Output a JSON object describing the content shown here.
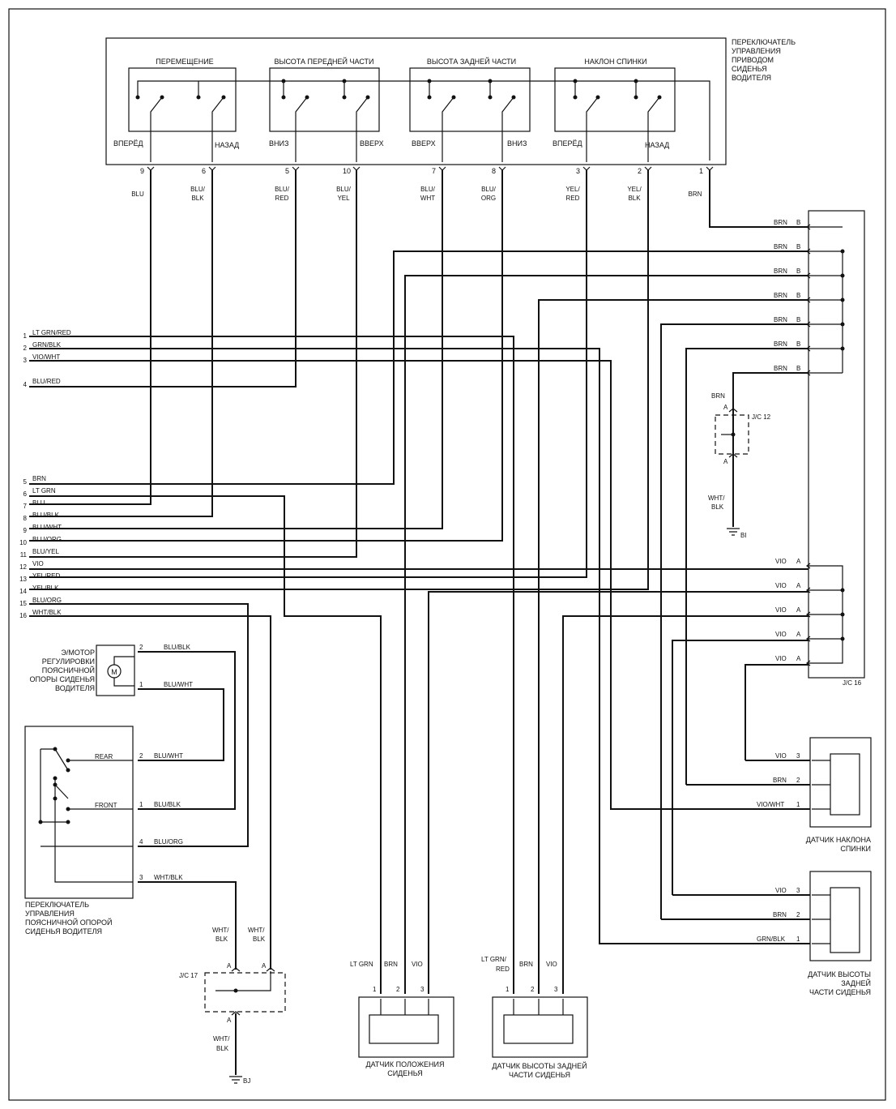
{
  "main_switch": {
    "title": [
      "ПЕРЕКЛЮЧАТЕЛЬ",
      "УПРАВЛЕНИЯ",
      "ПРИВОДОМ",
      "СИДЕНЬЯ",
      "ВОДИТЕЛЯ"
    ],
    "groups": [
      {
        "label": "ПЕРЕМЕЩЕНИЕ",
        "left": "ВПЕРЁД",
        "right": "НАЗАД"
      },
      {
        "label": "ВЫСОТА ПЕРЕДНЕЙ ЧАСТИ",
        "left": "ВНИЗ",
        "right": "ВВЕРХ"
      },
      {
        "label": "ВЫСОТА ЗАДНЕЙ ЧАСТИ",
        "left": "ВВЕРХ",
        "right": "ВНИЗ"
      },
      {
        "label": "НАКЛОН СПИНКИ",
        "left": "ВПЕРЁД",
        "right": "НАЗАД"
      }
    ],
    "pins": [
      {
        "num": "9",
        "wire": [
          "BLU"
        ]
      },
      {
        "num": "6",
        "wire": [
          "BLU/",
          "BLK"
        ]
      },
      {
        "num": "5",
        "wire": [
          "BLU/",
          "RED"
        ]
      },
      {
        "num": "10",
        "wire": [
          "BLU/",
          "YEL"
        ]
      },
      {
        "num": "7",
        "wire": [
          "BLU/",
          "WHT"
        ]
      },
      {
        "num": "8",
        "wire": [
          "BLU/",
          "ORG"
        ]
      },
      {
        "num": "3",
        "wire": [
          "YEL/",
          "RED"
        ]
      },
      {
        "num": "2",
        "wire": [
          "YEL/",
          "BLK"
        ]
      },
      {
        "num": "1",
        "wire": [
          "BRN"
        ]
      }
    ]
  },
  "ecu_pins": [
    {
      "num": "1",
      "wire": "LT GRN/RED"
    },
    {
      "num": "2",
      "wire": "GRN/BLK"
    },
    {
      "num": "3",
      "wire": "VIO/WHT"
    },
    {
      "num": "4",
      "wire": "BLU/RED"
    },
    {
      "num": "5",
      "wire": "BRN"
    },
    {
      "num": "6",
      "wire": "LT GRN"
    },
    {
      "num": "7",
      "wire": "BLU"
    },
    {
      "num": "8",
      "wire": "BLU/BLK"
    },
    {
      "num": "9",
      "wire": "BLU/WHT"
    },
    {
      "num": "10",
      "wire": "BLU/ORG"
    },
    {
      "num": "11",
      "wire": "BLU/YEL"
    },
    {
      "num": "12",
      "wire": "VIO"
    },
    {
      "num": "13",
      "wire": "YEL/RED"
    },
    {
      "num": "14",
      "wire": "YEL/BLK"
    },
    {
      "num": "15",
      "wire": "BLU/ORG"
    },
    {
      "num": "16",
      "wire": "WHT/BLK"
    }
  ],
  "jc16": {
    "label": "J/C 16",
    "brn_rows": [
      {
        "wire": "BRN",
        "pin": "B"
      },
      {
        "wire": "BRN",
        "pin": "B"
      },
      {
        "wire": "BRN",
        "pin": "B"
      },
      {
        "wire": "BRN",
        "pin": "B"
      },
      {
        "wire": "BRN",
        "pin": "B"
      },
      {
        "wire": "BRN",
        "pin": "B"
      },
      {
        "wire": "BRN",
        "pin": "B"
      }
    ],
    "vio_rows": [
      {
        "wire": "VIO",
        "pin": "A"
      },
      {
        "wire": "VIO",
        "pin": "A"
      },
      {
        "wire": "VIO",
        "pin": "A"
      },
      {
        "wire": "VIO",
        "pin": "A"
      },
      {
        "wire": "VIO",
        "pin": "A"
      }
    ]
  },
  "jc12": {
    "label": "J/C 12",
    "pin_top": "A",
    "pin_bottom": "A",
    "wire_top": "BRN",
    "wire_bottom": [
      "WHT/",
      "BLK"
    ],
    "ground": "BI"
  },
  "lumbar_motor": {
    "title": [
      "Э/МОТОР",
      "РЕГУЛИРОВКИ",
      "ПОЯСНИЧНОЙ",
      "ОПОРЫ СИДЕНЬЯ",
      "ВОДИТЕЛЯ"
    ],
    "symbol": "M",
    "pins": [
      {
        "num": "2",
        "wire": "BLU/BLK"
      },
      {
        "num": "1",
        "wire": "BLU/WHT"
      }
    ]
  },
  "lumbar_switch": {
    "title": [
      "ПЕРЕКЛЮЧАТЕЛЬ",
      "УПРАВЛЕНИЯ",
      "ПОЯСНИЧНОЙ ОПОРОЙ",
      "СИДЕНЬЯ ВОДИТЕЛЯ"
    ],
    "rear": "REAR",
    "front": "FRONT",
    "pins": [
      {
        "num": "2",
        "wire": "BLU/WHT"
      },
      {
        "num": "1",
        "wire": "BLU/BLK"
      },
      {
        "num": "4",
        "wire": "BLU/ORG"
      },
      {
        "num": "3",
        "wire": "WHT/BLK"
      }
    ]
  },
  "jc17": {
    "label": "J/C 17",
    "wire_left": [
      "WHT/",
      "BLK"
    ],
    "wire_right": [
      "WHT/",
      "BLK"
    ],
    "pin_a": "A",
    "wire_bottom": [
      "WHT/",
      "BLK"
    ],
    "ground": "BJ"
  },
  "seat_position_sensor": {
    "title": [
      "ДАТЧИК ПОЛОЖЕНИЯ",
      "СИДЕНЬЯ"
    ],
    "wires": [
      [
        "LT GRN"
      ],
      [
        "BRN"
      ],
      [
        "VIO"
      ]
    ],
    "pins": [
      "1",
      "2",
      "3"
    ]
  },
  "rear_height_sensor_bottom": {
    "title": [
      "ДАТЧИК ВЫСОТЫ ЗАДНЕЙ",
      "ЧАСТИ СИДЕНЬЯ"
    ],
    "wires": [
      [
        "LT GRN/",
        "RED"
      ],
      [
        "BRN"
      ],
      [
        "VIO"
      ]
    ],
    "pins": [
      "1",
      "2",
      "3"
    ]
  },
  "recline_sensor": {
    "title": [
      "ДАТЧИК НАКЛОНА",
      "СПИНКИ"
    ],
    "rows": [
      {
        "wire": "VIO",
        "pin": "3"
      },
      {
        "wire": "BRN",
        "pin": "2"
      },
      {
        "wire": "VIO/WHT",
        "pin": "1"
      }
    ]
  },
  "rear_height_sensor_right": {
    "title": [
      "ДАТЧИК ВЫСОТЫ",
      "ЗАДНЕЙ",
      "ЧАСТИ СИДЕНЬЯ"
    ],
    "rows": [
      {
        "wire": "VIO",
        "pin": "3"
      },
      {
        "wire": "BRN",
        "pin": "2"
      },
      {
        "wire": "GRN/BLK",
        "pin": "1"
      }
    ]
  }
}
